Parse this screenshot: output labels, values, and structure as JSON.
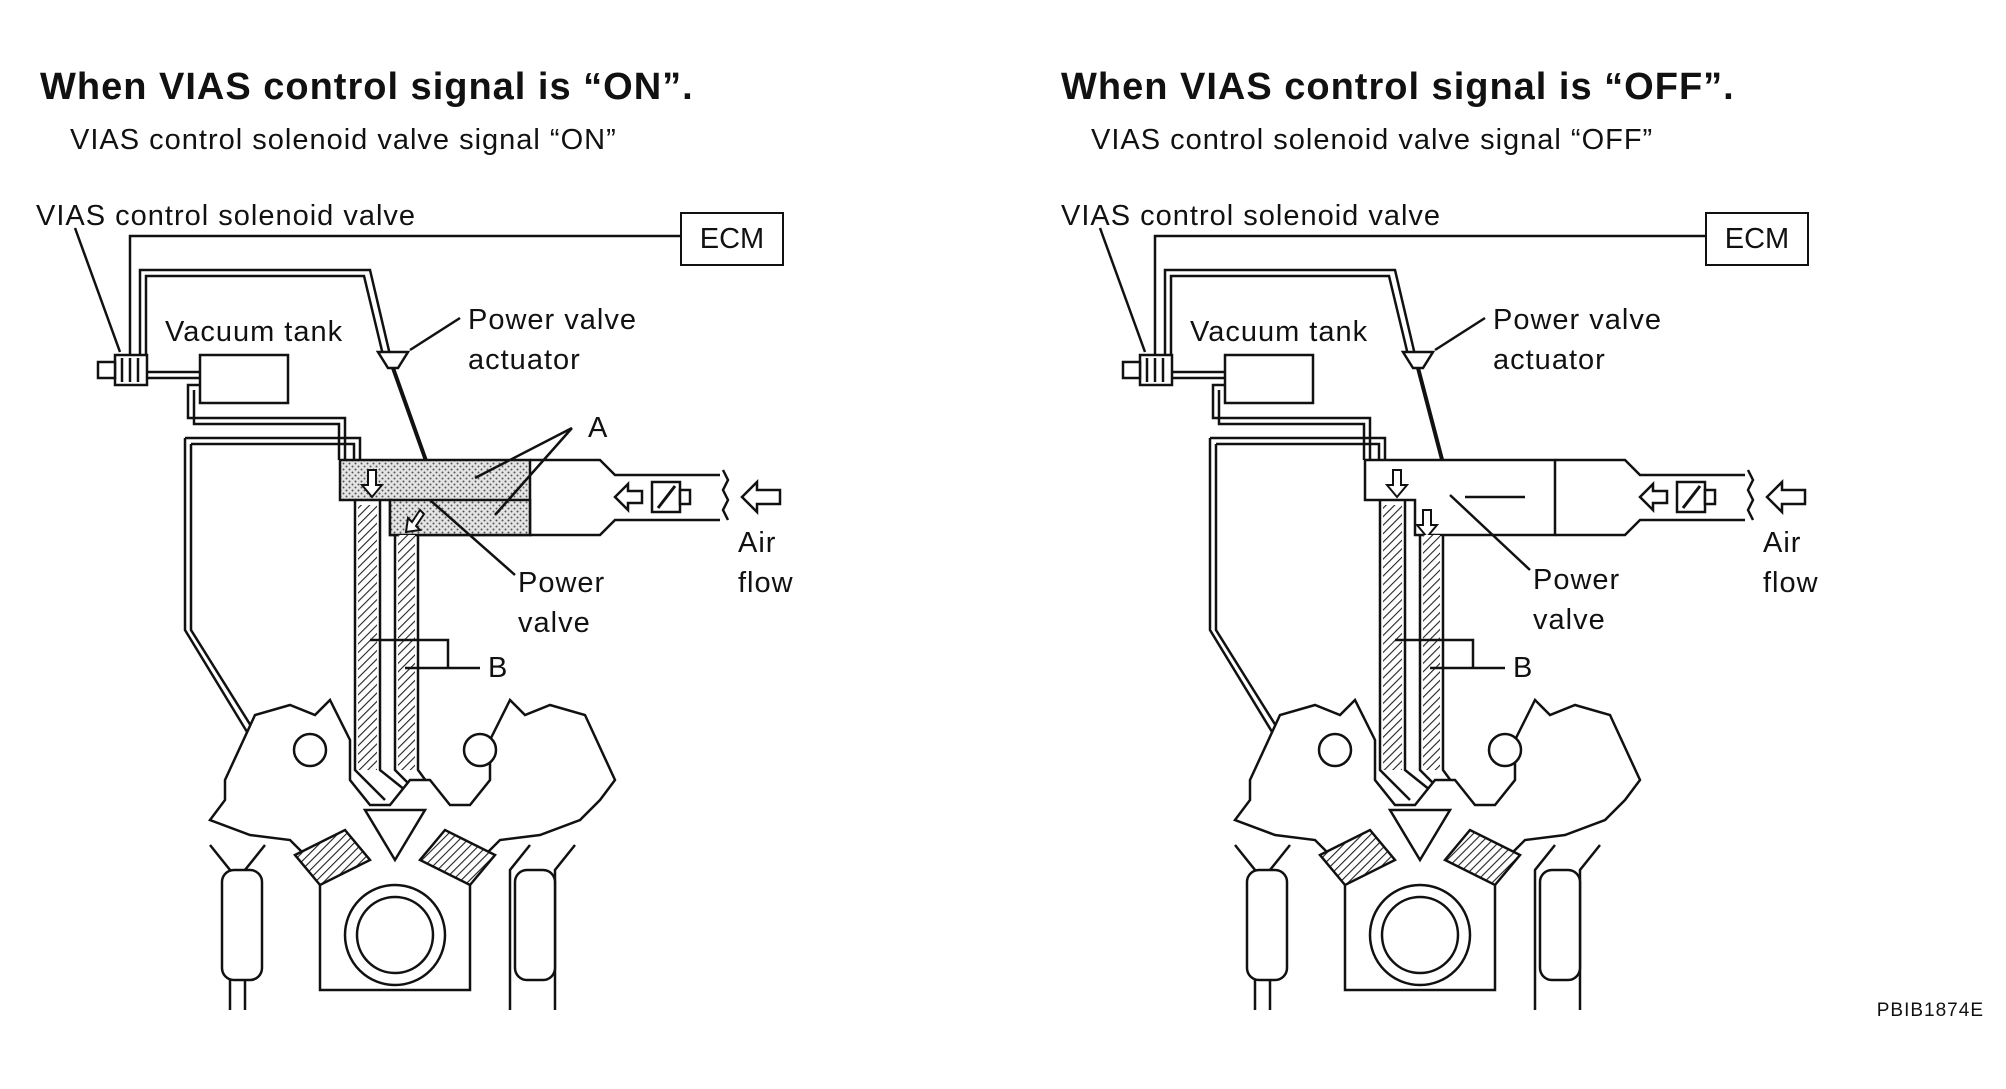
{
  "panels": [
    {
      "title": "When VIAS control signal is “ON”.",
      "subtitle": "VIAS control solenoid valve signal “ON”",
      "labels": {
        "solenoid": "VIAS control solenoid valve",
        "ecm": "ECM",
        "vacuum_tank": "Vacuum tank",
        "actuator_line1": "Power valve",
        "actuator_line2": "actuator",
        "callout_a": "A",
        "power_valve_line1": "Power",
        "power_valve_line2": "valve",
        "air_flow_line1": "Air",
        "air_flow_line2": "flow",
        "callout_b": "B"
      }
    },
    {
      "title": "When VIAS control signal is “OFF”.",
      "subtitle": "VIAS control solenoid valve signal “OFF”",
      "labels": {
        "solenoid": "VIAS control solenoid valve",
        "ecm": "ECM",
        "vacuum_tank": "Vacuum tank",
        "actuator_line1": "Power valve",
        "actuator_line2": "actuator",
        "power_valve_line1": "Power",
        "power_valve_line2": "valve",
        "air_flow_line1": "Air",
        "air_flow_line2": "flow",
        "callout_b": "B"
      }
    }
  ],
  "figure_code": "PBIB1874E",
  "colors": {
    "line": "#111111",
    "shade": "#c8c8c8",
    "background": "#ffffff"
  }
}
